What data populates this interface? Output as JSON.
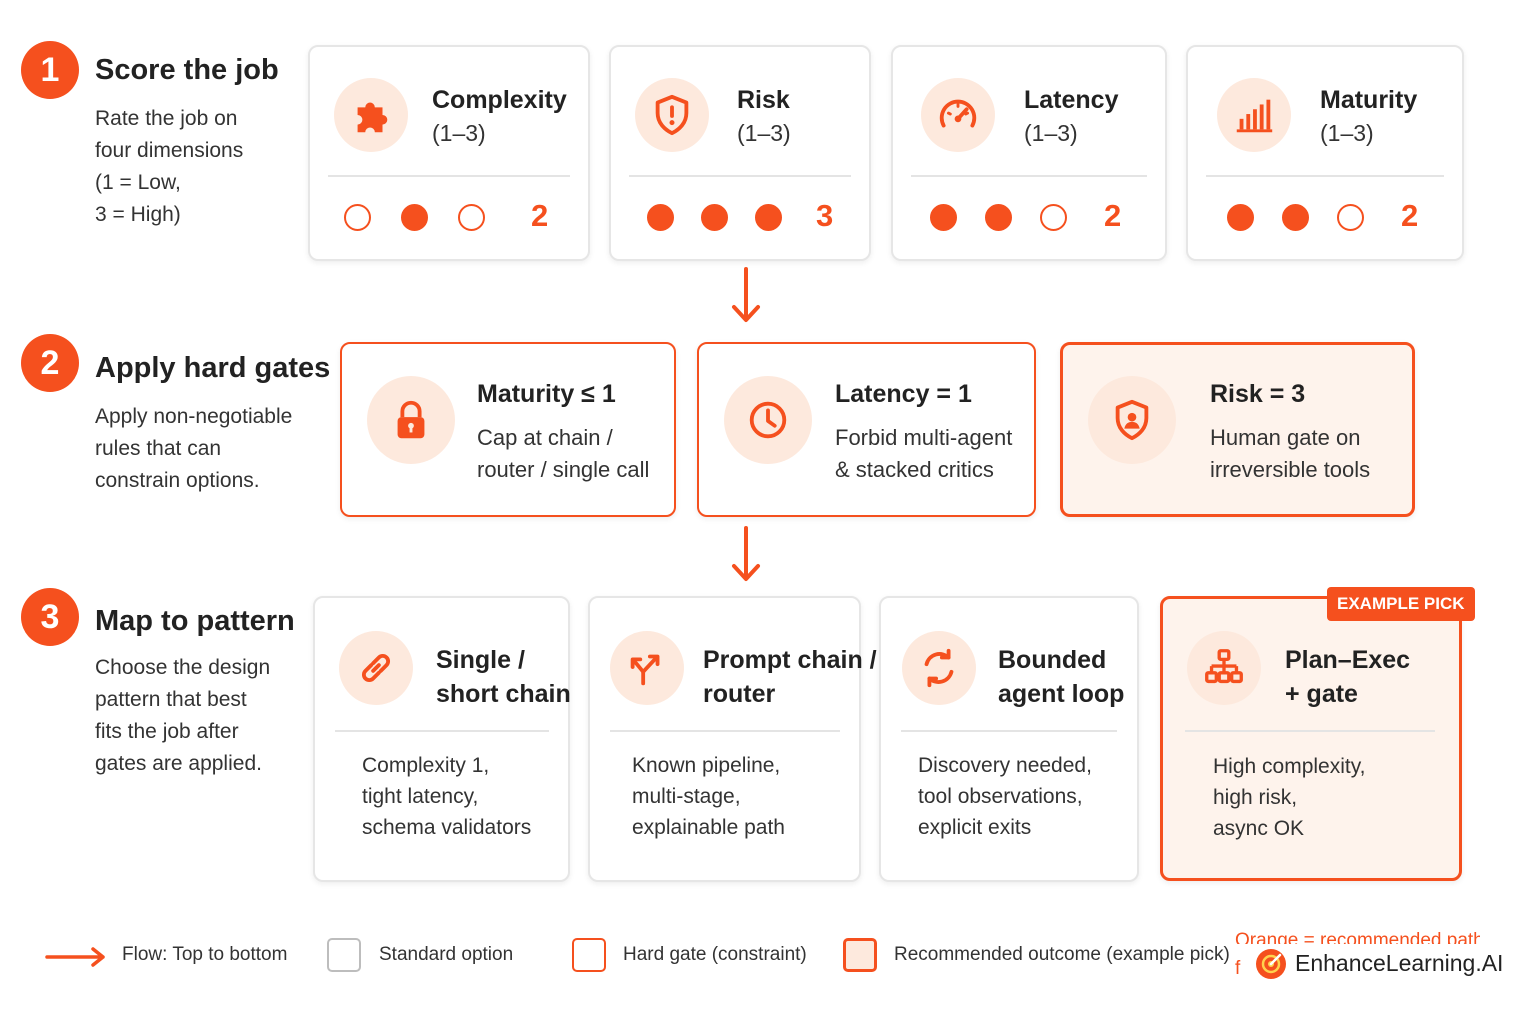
{
  "accent_color": "#f5501e",
  "steps": [
    {
      "number": "1",
      "title": "Score the job",
      "description_lines": [
        "Rate the job on",
        "four dimensions",
        "(1 = Low,",
        "3 = High)"
      ]
    },
    {
      "number": "2",
      "title": "Apply hard gates",
      "description_lines": [
        "Apply non-negotiable",
        "rules that can",
        "constrain options."
      ]
    },
    {
      "number": "3",
      "title": "Map to pattern",
      "description_lines": [
        "Choose the design",
        "pattern that best",
        "fits the job after",
        "gates are applied."
      ]
    }
  ],
  "scores": [
    {
      "title": "Complexity",
      "range": "(1–3)",
      "icon": "puzzle-icon",
      "value": 2,
      "filled": [
        false,
        true,
        false
      ],
      "score_label": "2"
    },
    {
      "title": "Risk",
      "range": "(1–3)",
      "icon": "shield-alert-icon",
      "value": 3,
      "filled": [
        true,
        true,
        true
      ],
      "score_label": "3"
    },
    {
      "title": "Latency",
      "range": "(1–3)",
      "icon": "gauge-icon",
      "value": 2,
      "filled": [
        true,
        true,
        false
      ],
      "score_label": "2"
    },
    {
      "title": "Maturity",
      "range": "(1–3)",
      "icon": "bar-chart-icon",
      "value": 2,
      "filled": [
        true,
        true,
        false
      ],
      "score_label": "2"
    }
  ],
  "gates": [
    {
      "title": "Maturity ≤ 1",
      "icon": "lock-icon",
      "lines": [
        "Cap at chain /",
        "router / single call"
      ]
    },
    {
      "title": "Latency = 1",
      "icon": "clock-icon",
      "lines": [
        "Forbid multi-agent",
        "& stacked critics"
      ]
    },
    {
      "title": "Risk = 3",
      "icon": "shield-person-icon",
      "lines": [
        "Human gate on",
        "irreversible tools"
      ]
    }
  ],
  "patterns": [
    {
      "title_lines": [
        "Single /",
        "short chain"
      ],
      "icon": "link-icon",
      "body_lines": [
        "Complexity 1,",
        "tight latency,",
        "schema validators"
      ]
    },
    {
      "title_lines": [
        "Prompt chain /",
        "router"
      ],
      "icon": "branch-arrows-icon",
      "body_lines": [
        "Known pipeline,",
        "multi-stage,",
        "explainable path"
      ]
    },
    {
      "title_lines": [
        "Bounded",
        "agent loop"
      ],
      "icon": "cycle-icon",
      "body_lines": [
        "Discovery needed,",
        "tool observations,",
        "explicit exits"
      ]
    },
    {
      "title_lines": [
        "Plan–Exec",
        "+ gate"
      ],
      "icon": "hierarchy-icon",
      "body_lines": [
        "High complexity,",
        "high risk,",
        "async OK"
      ],
      "badge": "EXAMPLE PICK"
    }
  ],
  "legend": {
    "flow": "Flow: Top to bottom",
    "standard": "Standard option",
    "gate": "Hard gate (constraint)",
    "recommended": "Recommended outcome (example pick)",
    "note_partial_top": "Orange = recommended path",
    "note_partial_bottom": "f"
  },
  "brand": {
    "name": "EnhanceLearning.AI",
    "icon": "target-logo-icon"
  }
}
